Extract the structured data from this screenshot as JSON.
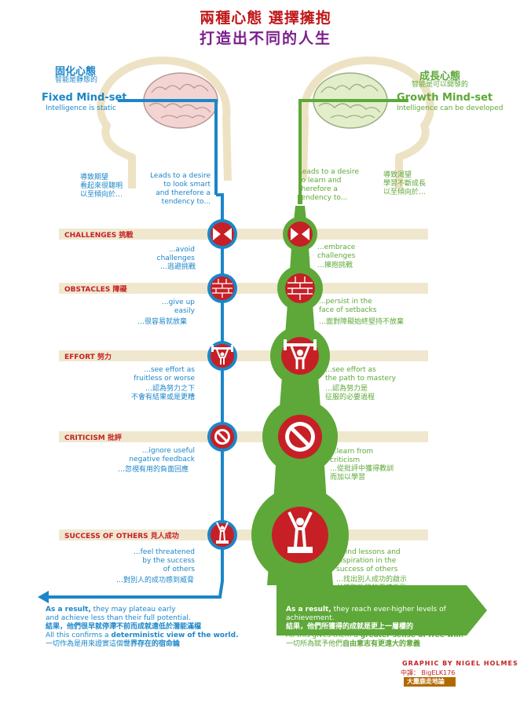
{
  "title": {
    "line1": "兩種心態  選擇擁抱",
    "line2": "打造出不同的人生"
  },
  "fixed": {
    "cn_title": "固化心態",
    "cn_sub": "智能是靜態的",
    "en_title": "Fixed Mind-set",
    "en_sub": "Intelligence is static",
    "desire_en": [
      "Leads to a desire",
      "to look smart",
      "and therefore a",
      "tendency to..."
    ],
    "desire_cn": [
      "導致期望",
      "看起來很聰明",
      "以至傾向於…"
    ],
    "challenges_en": [
      "...avoid",
      "challenges"
    ],
    "challenges_cn": "…逃避挑戰",
    "obstacles_en": [
      "...give up",
      "easily"
    ],
    "obstacles_cn": "…很容易就放棄",
    "effort_en": [
      "...see effort as",
      "fruitless or worse"
    ],
    "effort_cn": [
      "…認為努力之下",
      "不會有結果或是更糟"
    ],
    "criticism_en": [
      "...ignore useful",
      "negative feedback"
    ],
    "criticism_cn": "…忽視有用的負面回應",
    "success_en": [
      "...feel threatened",
      "by the success",
      "of others"
    ],
    "success_cn": "…對別人的成功感到威脅",
    "result_en1": "As a result,",
    "result_en2": " they may plateau early",
    "result_en3": "and achieve less than their full potential.",
    "result_cn1": "結果，他們很早就停滯不前而成就遠低於潛能滿檔",
    "result_en4": "All this confirms a ",
    "result_en5": "deterministic view of the world.",
    "result_cn2a": "一切作為是用來證實這個",
    "result_cn2b": "世界存在的宿命論"
  },
  "growth": {
    "cn_title": "成長心態",
    "cn_sub": "智能是可以開發的",
    "en_title": "Growth Mind-set",
    "en_sub": "Intelligence can be developed",
    "desire_en": [
      "Leads to a desire",
      "to learn and",
      "therefore a",
      "tendency to..."
    ],
    "desire_cn": [
      "導致渴望",
      "學習不斷成長",
      "以至傾向於…"
    ],
    "challenges_en": [
      "...embrace",
      "challenges"
    ],
    "challenges_cn": "…擁抱挑戰",
    "obstacles_en": [
      "...persist in the",
      "face of setbacks"
    ],
    "obstacles_cn": "…面對障礙始終堅持不放棄",
    "effort_en": [
      "...see effort as",
      "the path to mastery"
    ],
    "effort_cn": [
      "…認為努力是",
      "征服的必要過程"
    ],
    "criticism_en": [
      "...learn from",
      "criticism"
    ],
    "criticism_cn": [
      "…從批評中獲得教訓",
      "而加以學習"
    ],
    "success_en": [
      "...find lessons and",
      "inspiration in the",
      "success of others"
    ],
    "success_cn": [
      "…找出別人成功的啟示",
      "並獲取致勝的靈感激勵"
    ],
    "result_en1": "As a result,",
    "result_en2": " they reach ever-higher levels of achievement.",
    "result_cn1": "結果，他們所獲得的成就是更上一層樓的",
    "result_en3": "All this gives them a ",
    "result_en4": "greater sense of free will.",
    "result_cn2a": "一切所為賦予他們",
    "result_cn2b": "自由意志有更遠大的意義"
  },
  "rows": {
    "challenges": "CHALLENGES 挑戰",
    "obstacles": "OBSTACLES  障礙",
    "effort": "EFFORT  努力",
    "criticism": "CRITICISM  批評",
    "success": "SUCCESS OF OTHERS  見人成功"
  },
  "credit": {
    "graphic": "GRAPHIC BY NIGEL HOLMES",
    "translate_label": "中譯：",
    "translator": "BigELK176",
    "site": "大麋鹿走地論"
  },
  "colors": {
    "fixed": "#1c86c8",
    "growth": "#5da838",
    "red": "#c62026",
    "band": "#efe8cf"
  }
}
